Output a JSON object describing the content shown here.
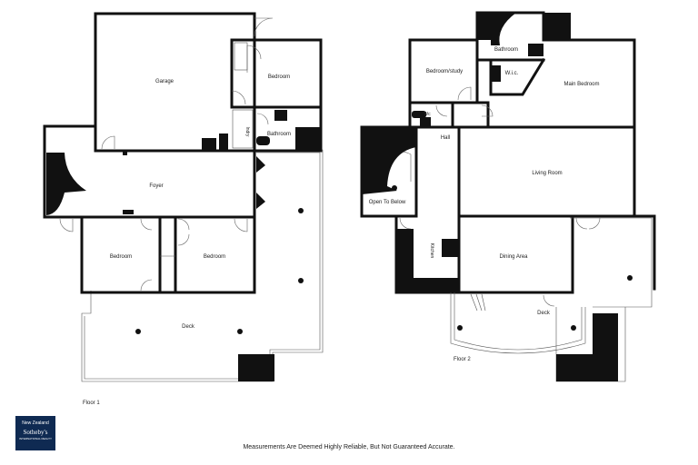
{
  "floor1": {
    "label": "Floor 1",
    "rooms": {
      "garage": "Garage",
      "bedroom_top": "Bedroom",
      "bathroom": "Bathroom",
      "lndry": "lndry",
      "foyer": "Foyer",
      "bedroom_left": "Bedroom",
      "bedroom_right": "Bedroom",
      "deck": "Deck"
    }
  },
  "floor2": {
    "label": "Floor 2",
    "rooms": {
      "bedroom_study": "Bedroom/study",
      "bathroom": "Bathroom",
      "wic": "W.i.c.",
      "main_bedroom": "Main Bedroom",
      "wc": "Wc",
      "hall": "Hall",
      "open_to_below": "Open To Below",
      "living_room": "Living Room",
      "kitchen": "Kitchen",
      "dining_area": "Dining Area",
      "deck": "Deck"
    }
  },
  "logo": {
    "line1": "New Zealand",
    "line2": "Sotheby's",
    "line3": "INTERNATIONAL REALTY"
  },
  "disclaimer": "Measurements Are Deemed Highly Reliable, But Not Guaranteed Accurate."
}
